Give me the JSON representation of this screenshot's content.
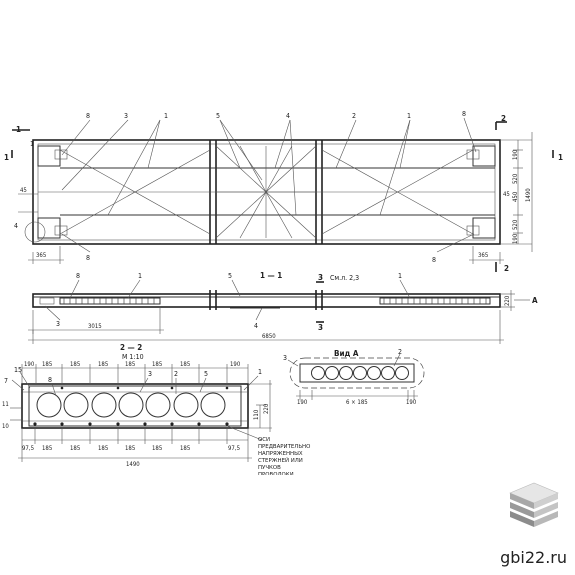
{
  "plan": {
    "callouts": [
      "1",
      "1",
      "8",
      "3",
      "1",
      "5",
      "4",
      "2",
      "1",
      "8",
      "2",
      "4",
      "8",
      "8"
    ],
    "section_marks": [
      "1",
      "1",
      "2",
      "2"
    ],
    "dims_right": [
      "190",
      "520",
      "450",
      "1490",
      "520",
      "190"
    ],
    "dims_left": [
      "45",
      "45"
    ],
    "dims_bottom": [
      "365",
      "365"
    ],
    "marks": [
      "A",
      "45",
      "45"
    ]
  },
  "elevation": {
    "section_title": "1 — 1",
    "note": "См.л. 2,3",
    "callouts": [
      "8",
      "1",
      "5",
      "1",
      "3",
      "4"
    ],
    "section_mark": "3",
    "dim_height": "220",
    "dim_3015": "3015",
    "dim_total": "6850",
    "view_mark": "A"
  },
  "cross_section": {
    "title": "2 — 2",
    "scale": "М 1:10",
    "top_dims": [
      "190",
      "185",
      "185",
      "185",
      "185",
      "185",
      "185",
      "190"
    ],
    "bottom_dims": [
      "97,5",
      "185",
      "185",
      "185",
      "185",
      "185",
      "185",
      "97,5"
    ],
    "total_width": "1490",
    "callouts": [
      "15",
      "7",
      "8",
      "3",
      "2",
      "5",
      "1"
    ],
    "left_dims": [
      "11",
      "10"
    ],
    "right_dims": [
      "110",
      "220"
    ],
    "note": "Оси предварительно напряженных стержней или пучков проволоки"
  },
  "view_a": {
    "title": "Вид А",
    "callouts": [
      "3",
      "2"
    ],
    "dims": [
      "190",
      "6 × 185",
      "190"
    ]
  },
  "watermark": {
    "site": "gbi22.ru"
  }
}
